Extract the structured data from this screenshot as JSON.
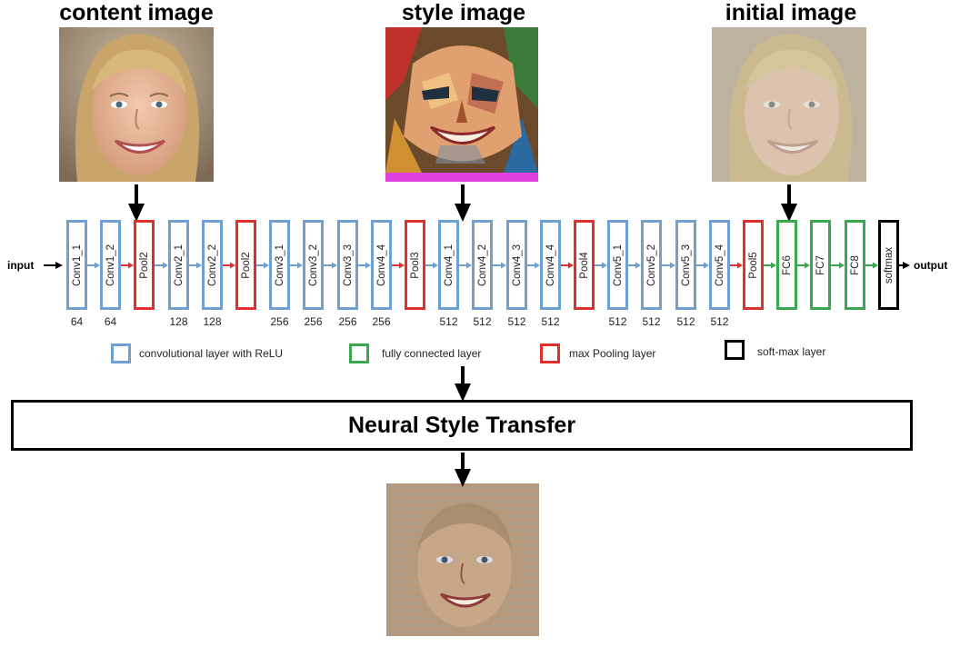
{
  "images": {
    "content_title": "content image",
    "style_title": "style image",
    "initial_title": "initial image"
  },
  "network": {
    "input_label": "input",
    "output_label": "output",
    "layers": [
      {
        "label": "Conv1_1",
        "kind": "conv",
        "filters": "64"
      },
      {
        "label": "Conv1_2",
        "kind": "conv",
        "filters": "64"
      },
      {
        "label": "Pool2",
        "kind": "pool",
        "filters": ""
      },
      {
        "label": "Conv2_1",
        "kind": "conv",
        "filters": "128"
      },
      {
        "label": "Conv2_2",
        "kind": "conv",
        "filters": "128"
      },
      {
        "label": "Pool2",
        "kind": "pool",
        "filters": ""
      },
      {
        "label": "Conv3_1",
        "kind": "conv",
        "filters": "256"
      },
      {
        "label": "Conv3_2",
        "kind": "conv",
        "filters": "256"
      },
      {
        "label": "Conv3_3",
        "kind": "conv",
        "filters": "256"
      },
      {
        "label": "Conv4_4",
        "kind": "conv",
        "filters": "256"
      },
      {
        "label": "Pool3",
        "kind": "pool",
        "filters": ""
      },
      {
        "label": "Conv4_1",
        "kind": "conv",
        "filters": "512"
      },
      {
        "label": "Conv4_2",
        "kind": "conv",
        "filters": "512"
      },
      {
        "label": "Conv4_3",
        "kind": "conv",
        "filters": "512"
      },
      {
        "label": "Conv4_4",
        "kind": "conv",
        "filters": "512"
      },
      {
        "label": "Pool4",
        "kind": "pool",
        "filters": ""
      },
      {
        "label": "Conv5_1",
        "kind": "conv",
        "filters": "512"
      },
      {
        "label": "Conv5_2",
        "kind": "conv",
        "filters": "512"
      },
      {
        "label": "Conv5_3",
        "kind": "conv",
        "filters": "512"
      },
      {
        "label": "Conv5_4",
        "kind": "conv",
        "filters": "512"
      },
      {
        "label": "Pool5",
        "kind": "pool",
        "filters": ""
      },
      {
        "label": "FC6",
        "kind": "fc",
        "filters": ""
      },
      {
        "label": "FC7",
        "kind": "fc",
        "filters": ""
      },
      {
        "label": "FC8",
        "kind": "fc",
        "filters": ""
      },
      {
        "label": "softmax",
        "kind": "softmax",
        "filters": ""
      }
    ]
  },
  "legend": {
    "conv": "convolutional layer with ReLU",
    "fc": "fully connected layer",
    "pool": "max Pooling layer",
    "softmax": "soft-max layer"
  },
  "colors": {
    "conv": "#6fa0d0",
    "pool": "#e0302e",
    "fc": "#3aa84e",
    "softmax": "#000000"
  },
  "nst_box": {
    "label": "Neural Style Transfer"
  }
}
